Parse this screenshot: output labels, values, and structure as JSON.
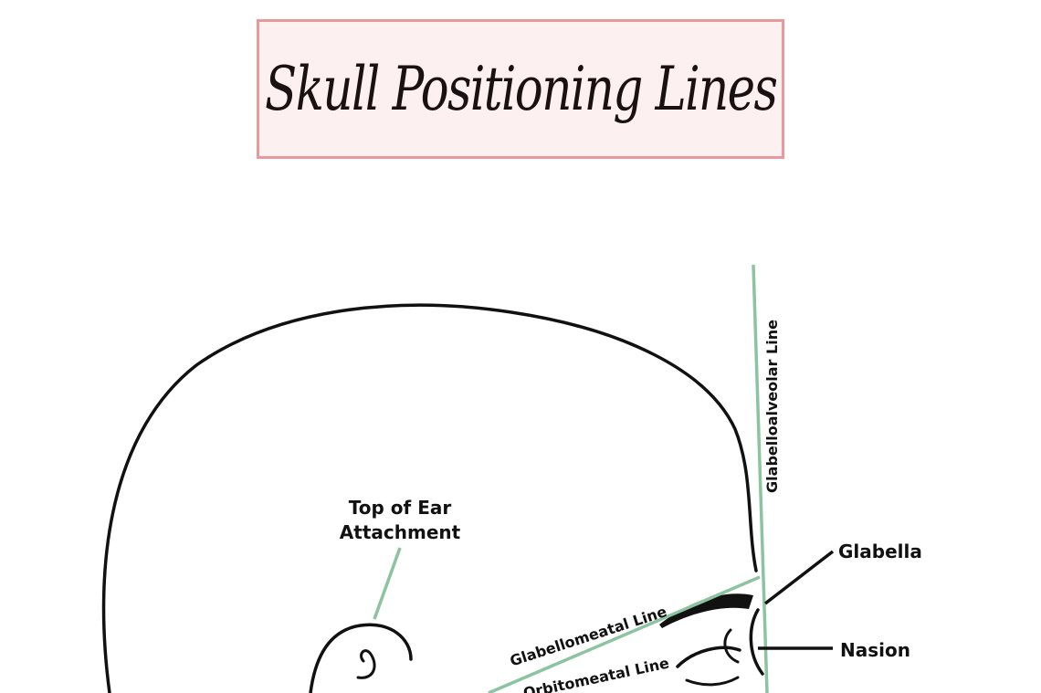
{
  "title": "Skull Positioning Lines",
  "labels": {
    "top_of_ear_line1": "Top of Ear",
    "top_of_ear_line2": "Attachment",
    "glabella": "Glabella",
    "nasion": "Nasion",
    "glabelloalveolar_line": "Glabelloalveolar Line",
    "glabellomeatal_line": "Glabellomeatal Line",
    "orbitomeatal_line": "Orbitomeatal Line"
  },
  "colors": {
    "line_accent": "#8cc3a0",
    "outline": "#111111",
    "title_border": "#e89a9a",
    "title_bg": "#fdf0f0"
  }
}
